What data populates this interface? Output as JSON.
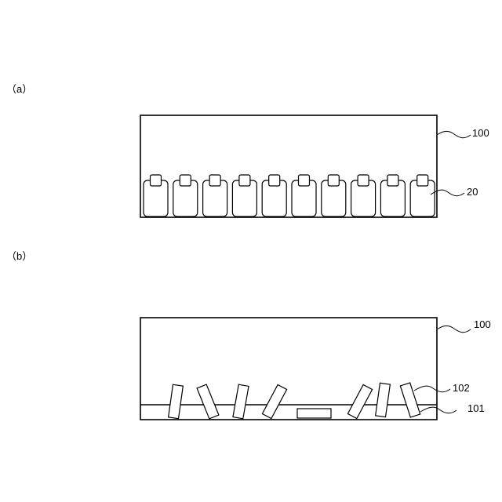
{
  "panel_a": {
    "label": "（a）",
    "container_ref": "100",
    "item_ref": "20",
    "item_count": 10
  },
  "panel_b": {
    "label": "（b）",
    "container_ref": "100",
    "tilted_ref": "102",
    "layer_ref": "101"
  }
}
